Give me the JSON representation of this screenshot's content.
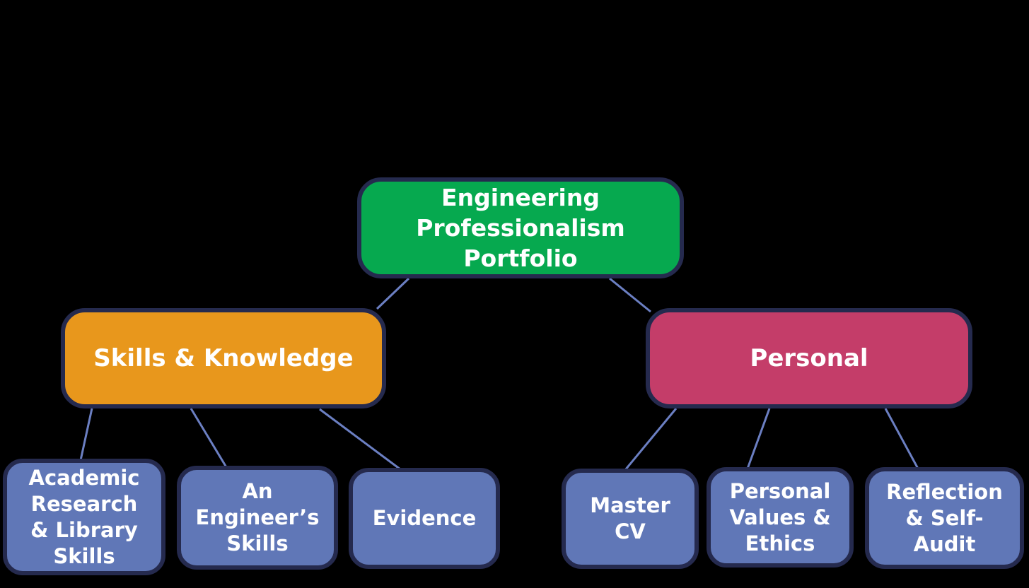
{
  "diagram": {
    "type": "mind-map-hierarchy",
    "background_color": "#000000",
    "levels": 3
  },
  "nodes": {
    "root": {
      "label": "Engineering\nProfessionalism\nPortfolio",
      "color": "#06A94F",
      "level": 1
    },
    "skills": {
      "label": "Skills & Knowledge",
      "color": "#E8971C",
      "level": 2,
      "parent": "root"
    },
    "personal": {
      "label": "Personal",
      "color": "#C43D69",
      "level": 2,
      "parent": "root"
    },
    "academic": {
      "label": "Academic\nResearch\n& Library\nSkills",
      "color": "#6077B7",
      "level": 3,
      "parent": "skills"
    },
    "engineers": {
      "label": "An\nEngineer’s\nSkills",
      "color": "#6077B7",
      "level": 3,
      "parent": "skills"
    },
    "evidence": {
      "label": "Evidence",
      "color": "#6077B7",
      "level": 3,
      "parent": "skills"
    },
    "master_cv": {
      "label": "Master\nCV",
      "color": "#6077B7",
      "level": 3,
      "parent": "personal"
    },
    "values": {
      "label": "Personal\nValues &\nEthics",
      "color": "#6077B7",
      "level": 3,
      "parent": "personal"
    },
    "reflection": {
      "label": "Reflection\n& Self-\nAudit",
      "color": "#6077B7",
      "level": 3,
      "parent": "personal"
    }
  },
  "edges": [
    {
      "from": "root",
      "to": "skills"
    },
    {
      "from": "root",
      "to": "personal"
    },
    {
      "from": "skills",
      "to": "academic"
    },
    {
      "from": "skills",
      "to": "engineers"
    },
    {
      "from": "skills",
      "to": "evidence"
    },
    {
      "from": "personal",
      "to": "master_cv"
    },
    {
      "from": "personal",
      "to": "values"
    },
    {
      "from": "personal",
      "to": "reflection"
    }
  ],
  "colors": {
    "root_green": "#06A94F",
    "branch_orange": "#E8971C",
    "branch_pink": "#C43D69",
    "leaf_blue": "#6077B7",
    "node_border_navy": "#252A4E",
    "connector_blue": "#6B7FC2",
    "text_white": "#FFFFFF",
    "background_black": "#000000"
  }
}
